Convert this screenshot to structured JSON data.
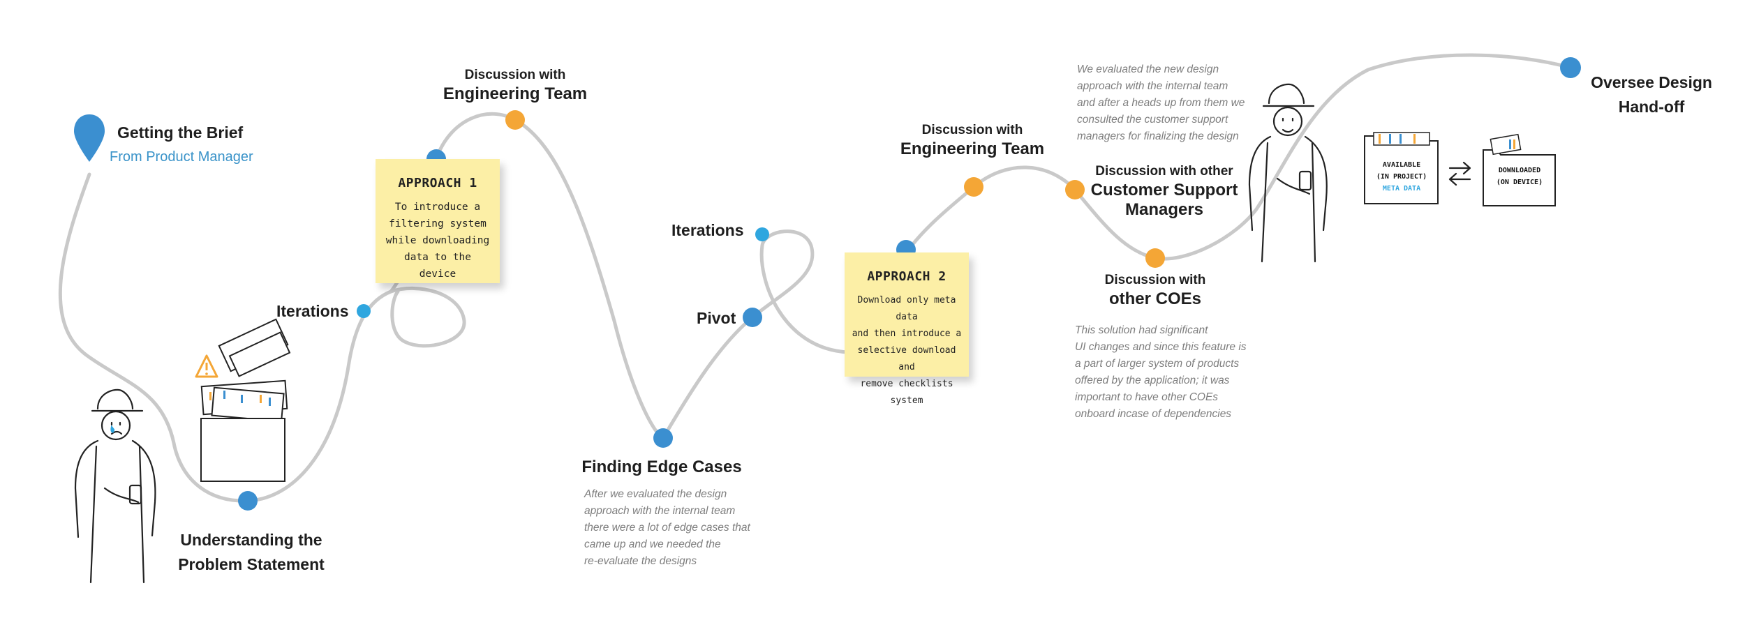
{
  "milestones": {
    "brief_title": "Getting the Brief",
    "brief_sub": "From Product Manager",
    "understanding_l1": "Understanding the",
    "understanding_l2": "Problem Statement",
    "iterations_1": "Iterations",
    "eng1_l1": "Discussion with",
    "eng1_l2": "Engineering Team",
    "edge_cases": "Finding Edge Cases",
    "iterations_2": "Iterations",
    "pivot": "Pivot",
    "eng2_l1": "Discussion with",
    "eng2_l2": "Engineering Team",
    "csm_l1": "Discussion with other",
    "csm_l2": "Customer Support",
    "csm_l3": "Managers",
    "coe_l1": "Discussion with",
    "coe_l2": "other COEs",
    "handoff_l1": "Oversee Design",
    "handoff_l2": "Hand-off"
  },
  "stickies": {
    "approach1_title": "APPROACH 1",
    "approach1_lines": [
      "To introduce a",
      "filtering system",
      "while downloading",
      "data to the device"
    ],
    "approach2_title": "APPROACH 2",
    "approach2_lines": [
      "Download only meta data",
      "and then introduce a",
      "selective download and",
      "remove checklists system"
    ]
  },
  "notes": {
    "edge": [
      "After we evaluated the design",
      "approach with the internal team",
      "there were a lot of edge cases that",
      "came up and we needed the",
      "re-evaluate the designs"
    ],
    "evaluated": [
      "We evaluated the new design",
      "approach with the internal team",
      "and after a heads up from them we",
      "consulted the customer support",
      "managers for finalizing the design"
    ],
    "solution": [
      "This solution had significant",
      "UI changes and since this feature is",
      "a part of larger system of products",
      "offered by the application; it was",
      "important to have other COEs",
      "onboard incase of dependencies"
    ]
  },
  "handoff_sketch": {
    "available_lines": [
      "AVAILABLE",
      "(IN PROJECT)"
    ],
    "meta_data": "META DATA",
    "downloaded_lines": [
      "DOWNLOADED",
      "(ON DEVICE)"
    ]
  },
  "colors": {
    "path": "#c9c9c9",
    "blue": "#3b8fd0",
    "light_blue": "#2fa6df",
    "orange": "#f4a636",
    "sticky": "#fcefa6",
    "subtitle_blue": "#3a93c9"
  },
  "icons": [
    "location-pin-icon",
    "warning-icon",
    "worker-figure-icon",
    "swap-arrows-icon",
    "folder-icon"
  ]
}
